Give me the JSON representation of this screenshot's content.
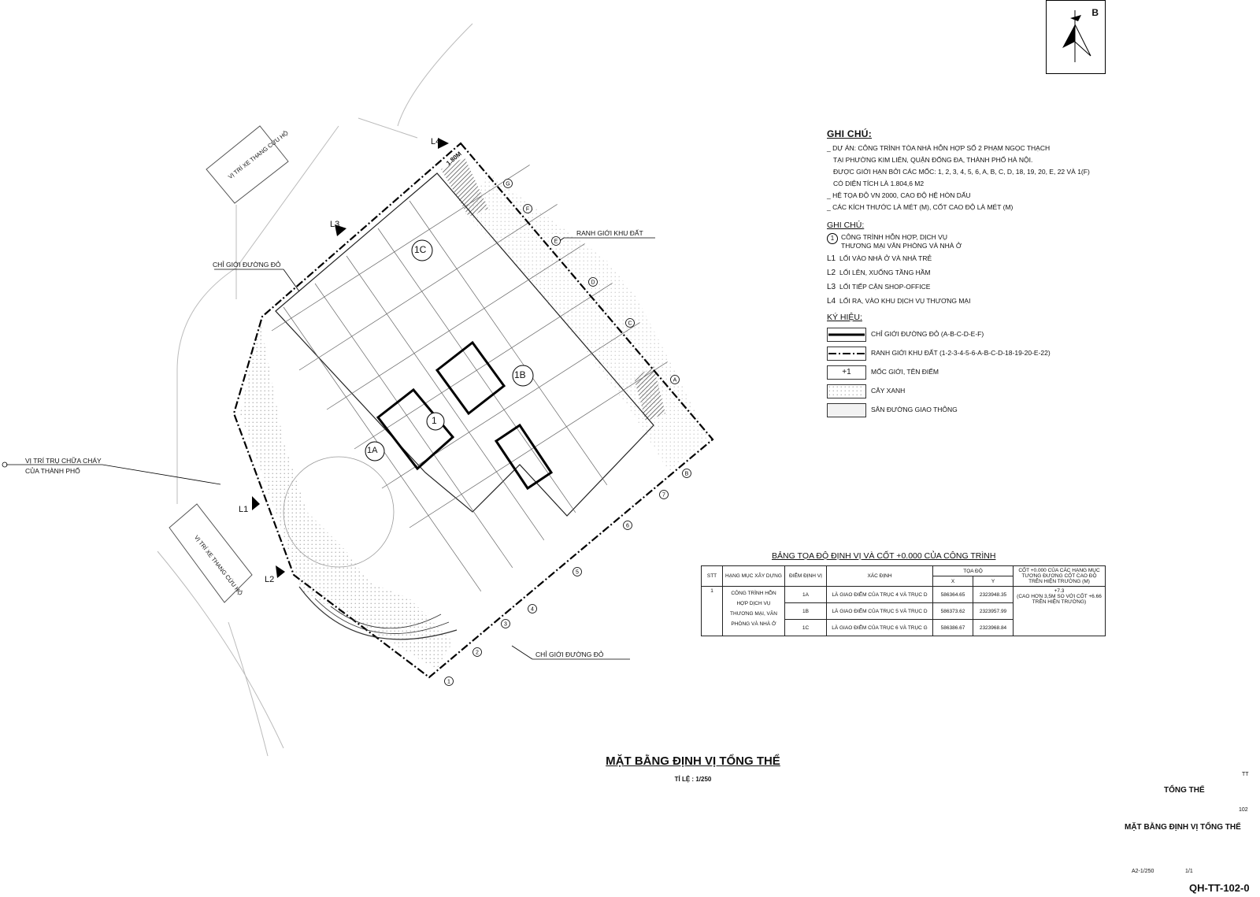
{
  "compass": {
    "north_label": "B"
  },
  "plan_labels": {
    "l1": "L1",
    "l2": "L2",
    "l3": "L3",
    "l4": "L4",
    "unit_1": "1",
    "unit_1a": "1A",
    "unit_1b": "1B",
    "unit_1c": "1C",
    "boundary_callout": "RANH GIỚI KHU ĐẤT",
    "road_callout_top": "CHỈ GIỚI ĐƯỜNG ĐỎ",
    "road_callout_bottom": "CHỈ GIỚI ĐƯỜNG ĐỎ",
    "hydrant_line1": "VỊ TRÍ TRỤ CHỮA CHÁY",
    "hydrant_line2": "CỦA THÀNH PHỐ",
    "ladder_top": "VỊ TRÍ XE THANG CỨU HỘ",
    "ladder_left": "VỊ TRÍ XE THANG CỨU HỘ",
    "setback": "1.80M",
    "axes_letters": [
      "A",
      "B",
      "C",
      "D",
      "E",
      "F",
      "G"
    ],
    "axes_numbers": [
      "1",
      "2",
      "3",
      "4",
      "5",
      "6",
      "7"
    ]
  },
  "notes": {
    "title": "GHI CHÚ:",
    "lines": [
      "_ DỰ ÁN: CÔNG TRÌNH TÒA NHÀ HỖN HỢP SỐ 2 PHẠM NGỌC THẠCH",
      "TẠI PHƯỜNG KIM LIÊN, QUẬN ĐỐNG ĐA, THÀNH PHỐ HÀ NỘI.",
      "ĐƯỢC GIỚI HẠN BỞI CÁC MỐC: 1, 2, 3, 4, 5, 6, A, B, C, D, 18, 19, 20, E, 22 VÀ 1(F)",
      "CÓ DIỆN TÍCH LÀ 1.804,6 M2",
      "_ HỆ TỌA ĐỘ VN 2000, CAO ĐỘ HỆ HÒN DẤU",
      "_ CÁC KÍCH THƯỚC LÀ MÉT (M), CỐT CAO ĐỘ LÀ MÉT (M)"
    ],
    "title2": "GHI CHÚ:",
    "callouts": [
      {
        "key": "1",
        "text": "CÔNG TRÌNH HỖN HỢP, DỊCH VỤ THƯƠNG MẠI VĂN PHÒNG VÀ NHÀ Ở"
      },
      {
        "key": "L1",
        "text": "LỐI VÀO NHÀ Ở VÀ NHÀ TRẺ"
      },
      {
        "key": "L2",
        "text": "LỐI LÊN, XUỐNG TẦNG HẦM"
      },
      {
        "key": "L3",
        "text": "LỐI TIẾP CẬN SHOP-OFFICE"
      },
      {
        "key": "L4",
        "text": "LỐI RA, VÀO KHU DỊCH VỤ THƯƠNG MẠI"
      }
    ],
    "legend_title": "KÝ HIỆU:",
    "legend": [
      {
        "symbol": "",
        "text": "CHỈ GIỚI ĐƯỜNG ĐỎ (A-B-C-D-E-F)"
      },
      {
        "symbol": "",
        "text": "RANH GIỚI KHU ĐẤT (1-2-3-4-5-6-A-B-C-D-18-19-20-E-22)"
      },
      {
        "symbol": "+1",
        "text": "MỐC GIỚI, TÊN ĐIỂM"
      },
      {
        "symbol": "",
        "text": "CÂY XANH"
      },
      {
        "symbol": "",
        "text": "SÂN ĐƯỜNG GIAO THÔNG"
      }
    ]
  },
  "coord_table": {
    "title": "BẢNG TỌA ĐỘ ĐỊNH VỊ VÀ CỐT +0.000 CỦA CÔNG TRÌNH",
    "headers": {
      "stt": "STT",
      "item": "HẠNG MỤC XÂY DỰNG",
      "point": "ĐIỂM ĐỊNH VỊ",
      "desc": "XÁC ĐỊNH",
      "coord": "TỌA ĐỘ",
      "x": "X",
      "y": "Y",
      "elev": "CỐT +0.000 CỦA CÁC HẠNG MỤC TƯƠNG ĐƯƠNG CỐT CAO ĐỘ TRÊN HIỆN TRƯỜNG (M)"
    },
    "stt": "1",
    "item": "CÔNG TRÌNH HỖN HỢP DỊCH VỤ THƯƠNG MẠI, VĂN PHÒNG VÀ NHÀ Ở",
    "elev_line1": "+7.3",
    "elev_line2": "(CAO HƠN 3,5M SO VỚI CỐT +6.66 TRÊN HIỆN TRƯỜNG)",
    "rows": [
      {
        "point": "1A",
        "desc": "LÀ GIAO ĐIỂM CỦA TRỤC 4 VÀ TRỤC D",
        "x": "586364.65",
        "y": "2323948.35"
      },
      {
        "point": "1B",
        "desc": "LÀ GIAO ĐIỂM CỦA TRỤC 5 VÀ TRỤC D",
        "x": "586373.62",
        "y": "2323957.99"
      },
      {
        "point": "1C",
        "desc": "LÀ GIAO ĐIỂM CỦA TRỤC 6 VÀ TRỤC G",
        "x": "586386.67",
        "y": "2323968.84"
      }
    ]
  },
  "title": {
    "main": "MẶT BẰNG ĐỊNH VỊ TỔNG THỂ",
    "scale": "TỈ LỆ : 1/250"
  },
  "title_block": {
    "tt": "TT",
    "section": "TỔNG THỂ",
    "num": "102",
    "drawing_name": "MẶT BẰNG ĐỊNH VỊ TỔNG THỂ",
    "sheet_scale": "A2-1/250",
    "sheet_count": "1/1",
    "code": "QH-TT-102-0"
  }
}
